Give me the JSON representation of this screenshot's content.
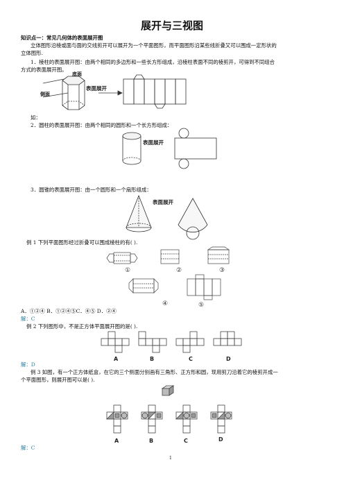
{
  "title": "展开与三视图",
  "section": {
    "heading": "知识点一：常见几何体的表面展开图",
    "intro_line1": "立体图形沿棱或面与面的交线剪开可以展开为一个平面图形，而平面图形沿某些线折叠又可以围成一定形状的",
    "intro_line2": "立体图形."
  },
  "items": {
    "prism_line1": "1．棱柱的表面展开图：由两个相同的多边形和一些长方形组成，沿棱柱表面不同的棱剪开，可得到不同组合",
    "prism_line2": "方式的表面展开图。",
    "prism_ru": "如：",
    "cylinder": "2．圆柱的表面展开图：由两个相同的圆形和一个长方形组成：",
    "cone": "3．圆锥的表面展开图：由一个圆形和一个扇形组成："
  },
  "figure_labels": {
    "bottom": "底面",
    "side": "侧面",
    "surface_unfold": "表面展开",
    "fig1_n1": "①",
    "fig1_n2": "②",
    "fig1_n3": "③",
    "fig1_n4": "④",
    "fig1_n5": "⑤",
    "fig2_a": "A",
    "fig2_b": "B",
    "fig2_c": "C",
    "fig2_d": "D",
    "fig3_a": "A",
    "fig3_b": "B",
    "fig3_c": "C",
    "fig3_d": "D"
  },
  "examples": {
    "ex1_question": "例 1   下列平面图形经过折叠可以围成棱柱的有(     ).",
    "ex1_options": "A．①②④    B．①②④⑤C．④⑤    D．②④",
    "ex1_answer": "解：C",
    "ex2_question": "例 2 下列图形中，不是正方体平面展开图的是(     ).",
    "ex2_answer": "解：D",
    "ex3_line1": "例 3 如图，有一个正方体纸盒，在它的三个侧面分别画有三角形、正方形和圆，现用剪刀沿着它的棱剪开成一",
    "ex3_line2": "个平面图形，则展开图可以是(     ).",
    "ex3_answer": "解：C"
  },
  "page_number": "1"
}
